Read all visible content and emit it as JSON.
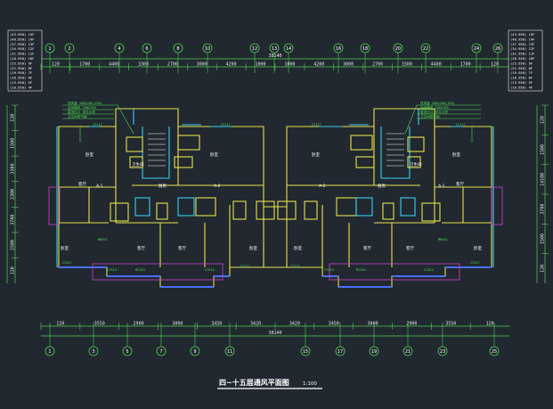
{
  "title": "四~十五层通风平面图",
  "scale": "1:100",
  "top_axes": [
    "1",
    "2",
    "4",
    "6",
    "8",
    "10",
    "12",
    "13",
    "14",
    "16",
    "18",
    "20",
    "22",
    "24",
    "26"
  ],
  "bottom_axes": [
    "1",
    "3",
    "5",
    "7",
    "9",
    "11",
    "15",
    "17",
    "19",
    "21",
    "23",
    "25"
  ],
  "top_total_dim": "38140",
  "bottom_total_dim": "38140",
  "top_dims": [
    "120",
    "1700",
    "4400",
    "3300",
    "2700",
    "3000",
    "4200",
    "1000",
    "1000",
    "4200",
    "3000",
    "2700",
    "3300",
    "4400",
    "1700",
    "120"
  ],
  "bottom_dims": [
    "120",
    "3550",
    "2900",
    "3000",
    "3450",
    "3420",
    "3420",
    "3450",
    "3000",
    "2900",
    "3550",
    "120"
  ],
  "left_dims": [
    "120",
    "1500",
    "3300",
    "2300",
    "3700",
    "1500",
    "120"
  ],
  "right_dims": [
    "120",
    "1500",
    "14100",
    "3700",
    "1500",
    "120"
  ],
  "elevation_left": [
    "(43.950) 15F",
    "(40.950) 14F",
    "(37.950) 13F",
    "(34.950) 12F",
    "(31.950) 11F",
    "(28.950) 10F",
    "(25.950) 9F",
    "(22.950) 8F",
    "(19.950) 7F",
    "(16.950) 6F",
    "(13.950) 5F",
    "(10.950) 4F"
  ],
  "elevation_right": [
    "(43.950) 15F",
    "(40.950) 14F",
    "(37.950) 13F",
    "(34.950) 12F",
    "(31.950) 11F",
    "(28.950) 10F",
    "(25.950) 9F",
    "(22.950) 8F",
    "(19.950) 7F",
    "(16.950) 6F",
    "(13.950) 5F",
    "(10.950) 4F"
  ],
  "rooms": {
    "bedroom": "卧室",
    "living": "客厅",
    "kitchen": "厨房",
    "toilet": "卫生间",
    "unit_a1": "A-1",
    "unit_a2": "A-2"
  },
  "callouts": [
    "C2117",
    "C1514",
    "M1324",
    "M0921",
    "C1517",
    "M0821",
    "C2317"
  ]
}
